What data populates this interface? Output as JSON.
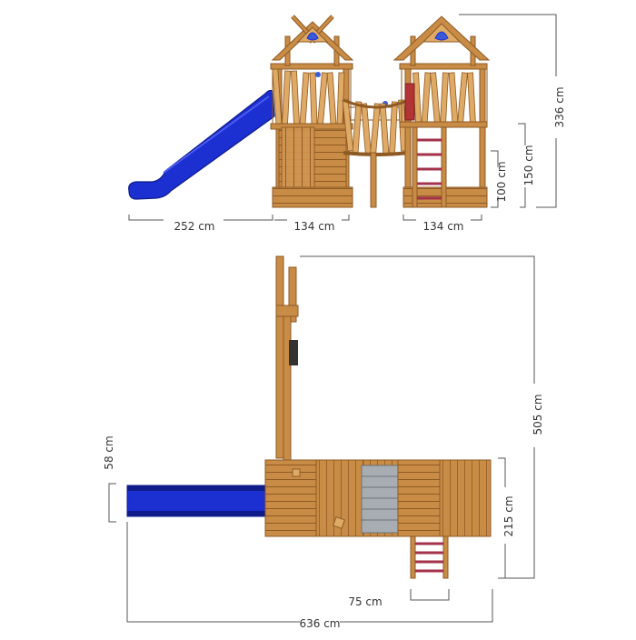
{
  "dimensions": {
    "slide_length": "252 cm",
    "bridge_length": "134 cm",
    "tower_width": "134 cm",
    "platform_height_low": "100 cm",
    "platform_height_high": "150 cm",
    "total_height": "336 cm",
    "slide_width": "58 cm",
    "total_depth": "505 cm",
    "platform_depth": "215 cm",
    "ladder_width": "75 cm",
    "total_width": "636 cm"
  },
  "colors": {
    "wood": "#c88c46",
    "wood_light": "#deaa66",
    "wood_dark": "#8e5a24",
    "slide": "#1c2fd0",
    "slide_dark": "#0f1c8a",
    "rung": "#a3324a",
    "gray_floor": "#a8adb3",
    "roof_emblem": "#3a5ad8",
    "dimension_line": "#555555"
  },
  "icons": [
    "climbing-hold-icon",
    "roof-emblem-icon",
    "ladder-icon"
  ]
}
